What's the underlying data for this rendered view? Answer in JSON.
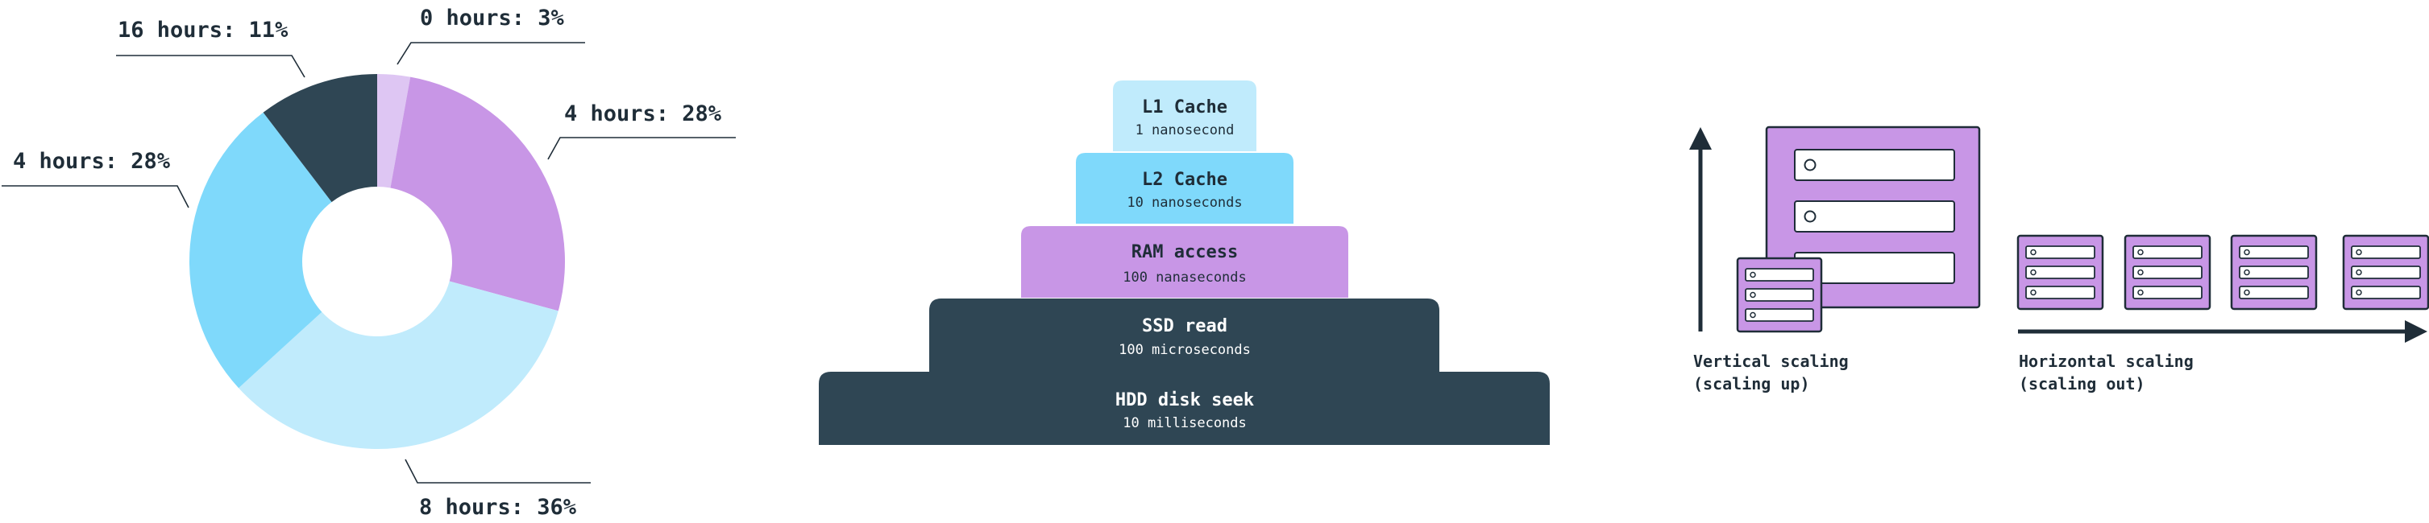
{
  "colors": {
    "dark": "#2f4654",
    "purple": "#c896e6",
    "sky": "#7fd9fb",
    "pale": "#c0ebfc",
    "lavender": "#dec6f3",
    "ink": "#1f2d38"
  },
  "chart_data": {
    "type": "pie",
    "donut": true,
    "slices": [
      {
        "label": "0 hours: 3%",
        "value": 3,
        "color": "#dec6f3"
      },
      {
        "label": "4 hours: 28%",
        "value": 28,
        "color": "#c896e6"
      },
      {
        "label": "8 hours: 36%",
        "value": 36,
        "color": "#c0ebfc"
      },
      {
        "label": "4 hours: 28%",
        "value": 28,
        "color": "#7fd9fb"
      },
      {
        "label": "16 hours: 11%",
        "value": 11,
        "color": "#2f4654"
      }
    ]
  },
  "pyramid": {
    "tiers": [
      {
        "title": "L1 Cache",
        "subtitle": "1 nanosecond",
        "color": "#c0ebfc",
        "text_color": "#1f2d38"
      },
      {
        "title": "L2 Cache",
        "subtitle": "10 nanoseconds",
        "color": "#7fd9fb",
        "text_color": "#1f2d38"
      },
      {
        "title": "RAM access",
        "subtitle": "100 nanaseconds",
        "color": "#c896e6",
        "text_color": "#1f2d38"
      },
      {
        "title": "SSD read",
        "subtitle": "100 microseconds",
        "color": "#2f4654",
        "text_color": "#ffffff"
      },
      {
        "title": "HDD disk seek",
        "subtitle": "10 milliseconds",
        "color": "#2f4654",
        "text_color": "#ffffff"
      }
    ]
  },
  "scaling": {
    "vertical": {
      "line1": "Vertical scaling",
      "line2": "(scaling up)"
    },
    "horizontal": {
      "line1": "Horizontal scaling",
      "line2": "(scaling out)"
    }
  }
}
